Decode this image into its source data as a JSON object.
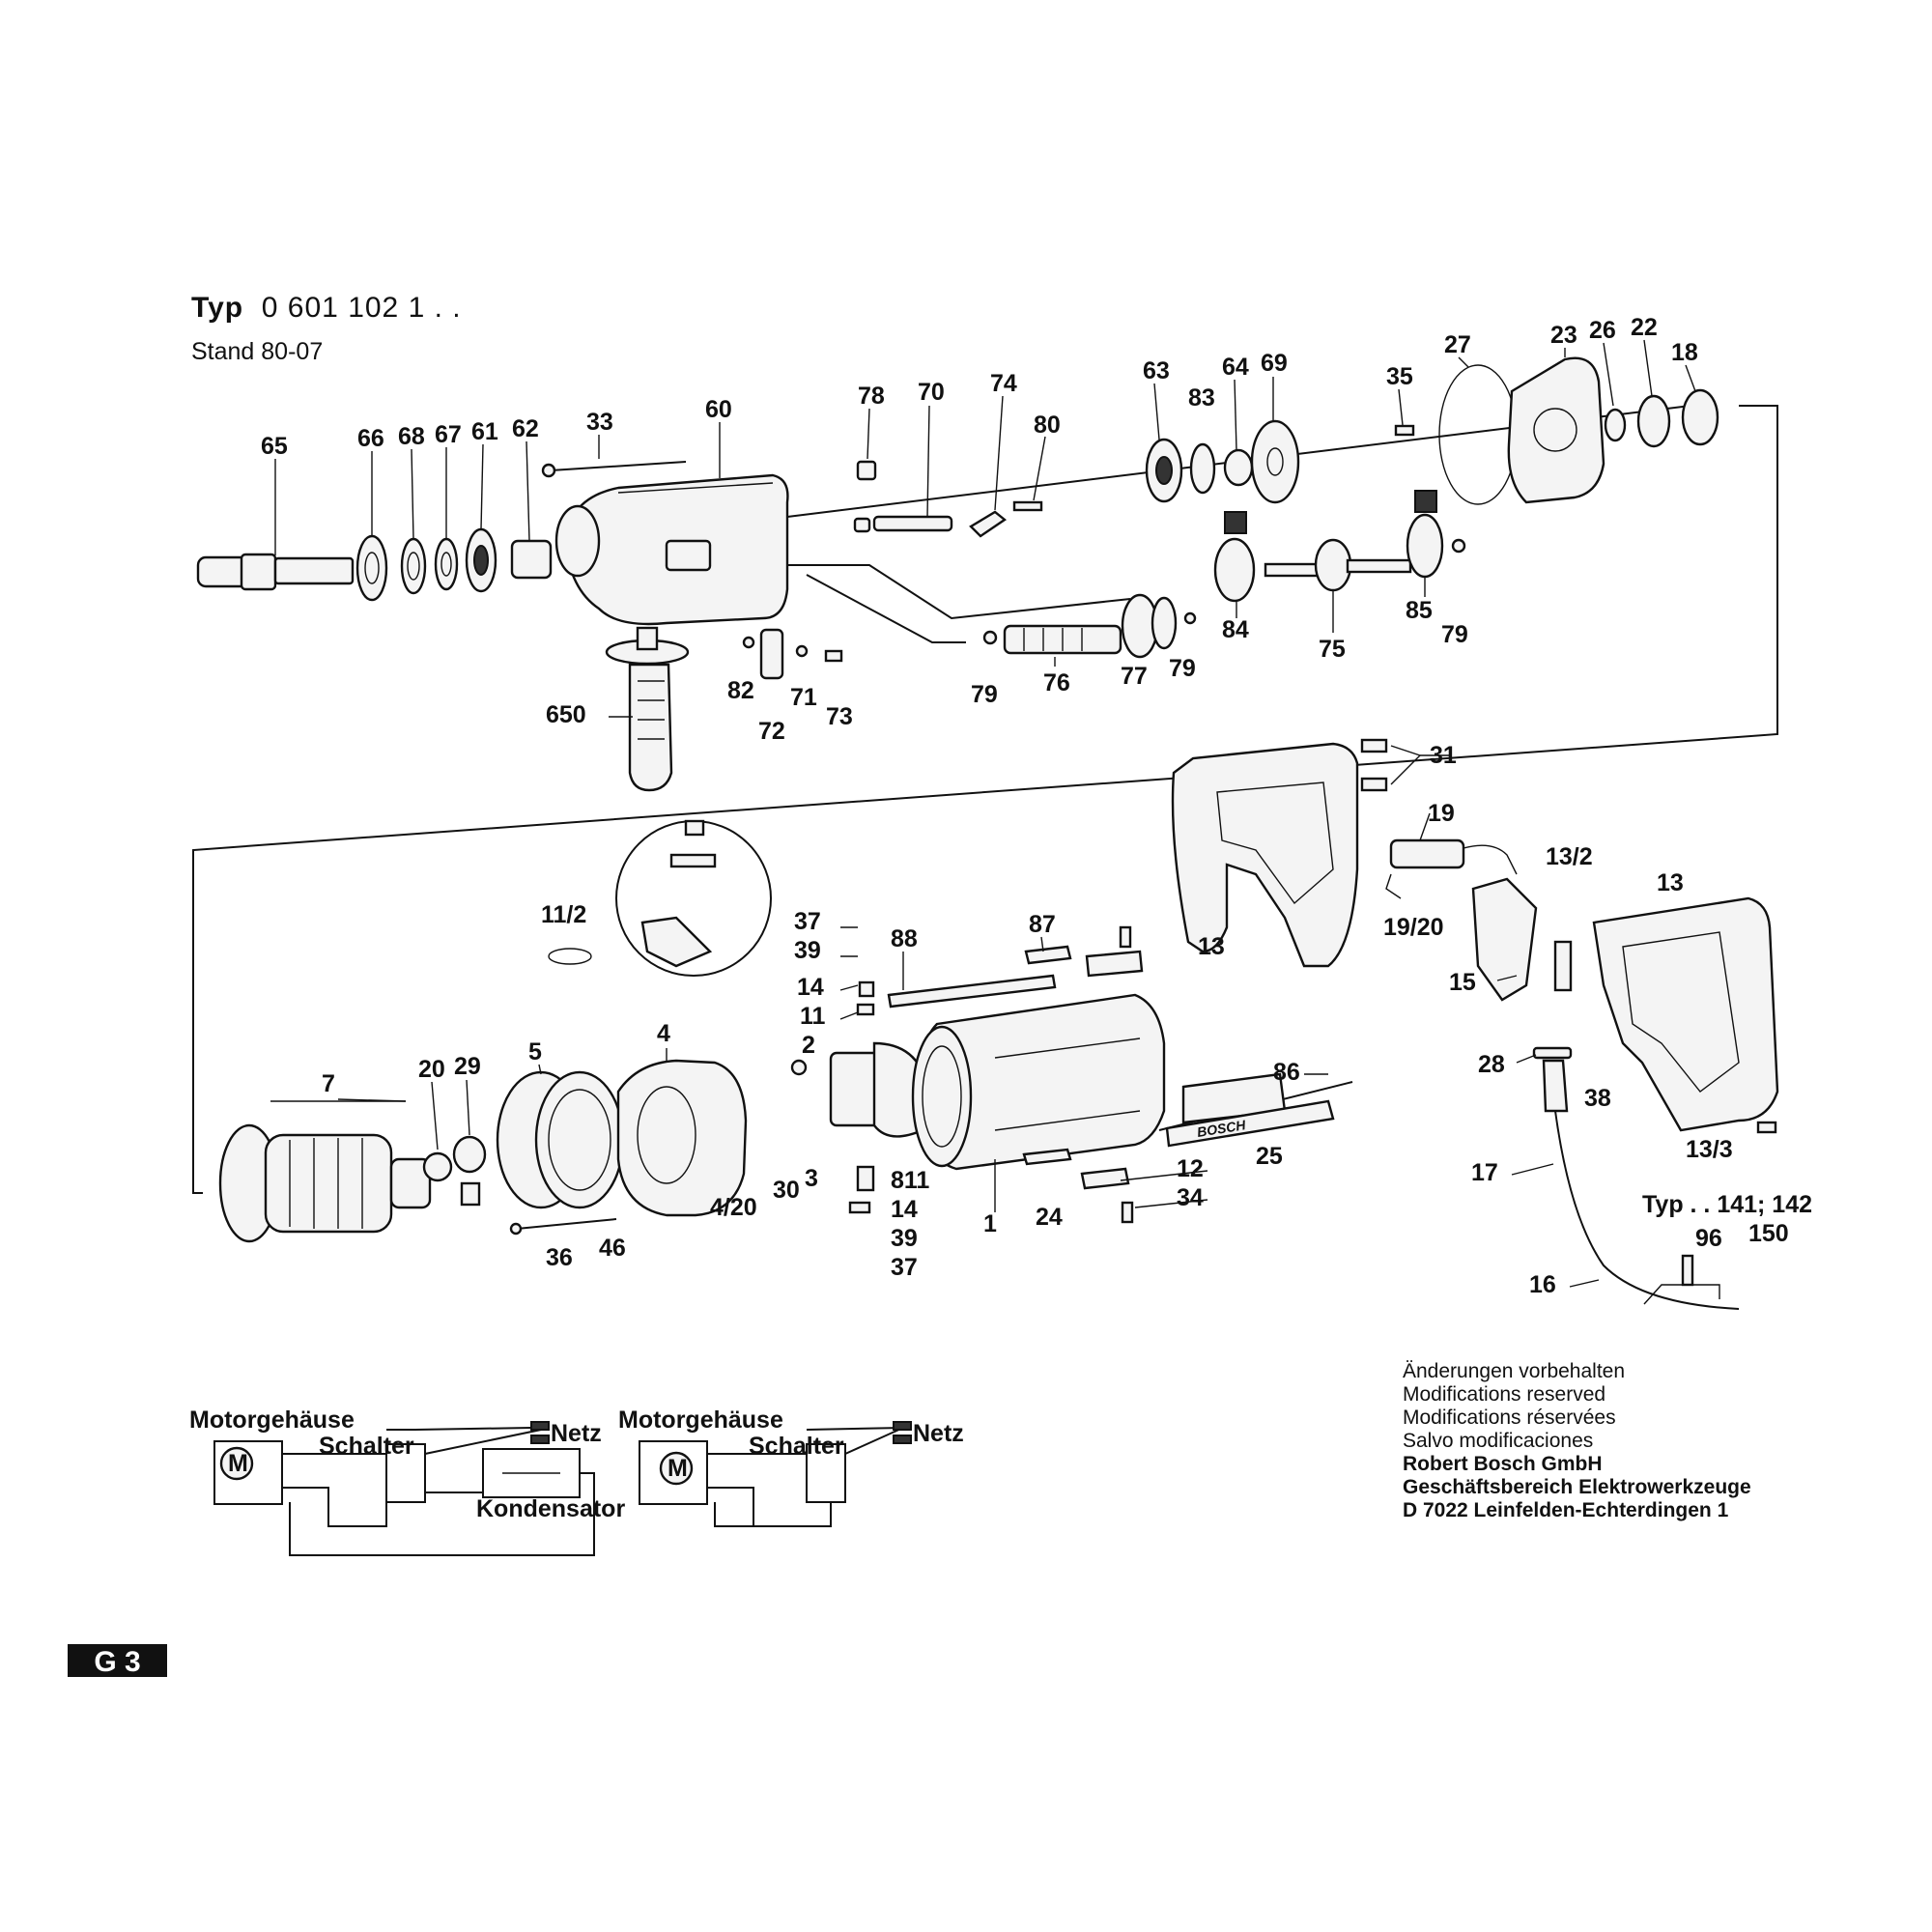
{
  "header": {
    "typ_label": "Typ",
    "typ_number": "0 601 102 1 . .",
    "stand": "Stand 80-07"
  },
  "notes": {
    "de": "Änderungen vorbehalten",
    "en": "Modifications reserved",
    "fr": "Modifications réservées",
    "es": "Salvo modificaciones",
    "company": "Robert Bosch GmbH",
    "division": "Geschäftsbereich Elektrowerkzeuge",
    "address": "D 7022 Leinfelden-Echterdingen 1"
  },
  "variant_note": "Typ . . 141; 142",
  "page_tag": "G 3",
  "part_labels": {
    "p65": "65",
    "p66": "66",
    "p68": "68",
    "p67": "67",
    "p61": "61",
    "p62": "62",
    "p33": "33",
    "p60": "60",
    "p78": "78",
    "p70": "70",
    "p74": "74",
    "p80": "80",
    "p63": "63",
    "p83": "83",
    "p64": "64",
    "p69": "69",
    "p35": "35",
    "p27": "27",
    "p23": "23",
    "p26": "26",
    "p22": "22",
    "p18": "18",
    "p84": "84",
    "p75": "75",
    "p85": "85",
    "p79a": "79",
    "p79b": "79",
    "p79c": "79",
    "p76": "76",
    "p77": "77",
    "p82": "82",
    "p71": "71",
    "p73": "73",
    "p72": "72",
    "p650": "650",
    "p31": "31",
    "p19": "19",
    "p1920": "19/20",
    "p13a": "13",
    "p13b": "13",
    "p132": "13/2",
    "p15": "15",
    "p28": "28",
    "p38": "38",
    "p133": "13/3",
    "p17": "17",
    "p96": "96",
    "p150": "150",
    "p16": "16",
    "p112": "11/2",
    "p37a": "37",
    "p39a": "39",
    "p14a": "14",
    "p11": "11",
    "p2": "2",
    "p88": "88",
    "p87": "87",
    "p7": "7",
    "p20": "20",
    "p29": "29",
    "p5": "5",
    "p4": "4",
    "p86": "86",
    "p25": "25",
    "p30": "30",
    "p3": "3",
    "p420": "4/20",
    "p811": "811",
    "p14b": "14",
    "p39b": "39",
    "p37b": "37",
    "p1": "1",
    "p24": "24",
    "p12": "12",
    "p34": "34",
    "p36": "36",
    "p46": "46"
  },
  "wiring": {
    "left": {
      "housing": "Motorgehäuse",
      "switch": "Schalter",
      "mains": "Netz",
      "capacitor": "Kondensator",
      "motor": "M"
    },
    "right": {
      "housing": "Motorgehäuse",
      "switch": "Schalter",
      "mains": "Netz",
      "motor": "M"
    }
  },
  "housing_brand": "BOSCH"
}
